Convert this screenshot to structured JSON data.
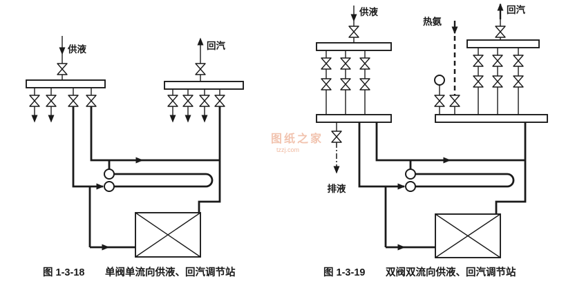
{
  "colors": {
    "ink": "#1a1a1a",
    "background": "#ffffff",
    "watermark": "#e07342"
  },
  "figure_left": {
    "caption_number": "图 1-3-18",
    "caption_title": "单阀单流向供液、回汽调节站",
    "label_supply": "供液",
    "label_return": "回汽"
  },
  "figure_right": {
    "caption_number": "图 1-3-19",
    "caption_title": "双阀双流向供液、回汽调节站",
    "label_supply": "供液",
    "label_return": "回汽",
    "label_hot_ammonia": "热氨",
    "label_drain": "排液"
  },
  "watermark": {
    "line1": "图纸之家",
    "line2": "tzzj.com"
  }
}
